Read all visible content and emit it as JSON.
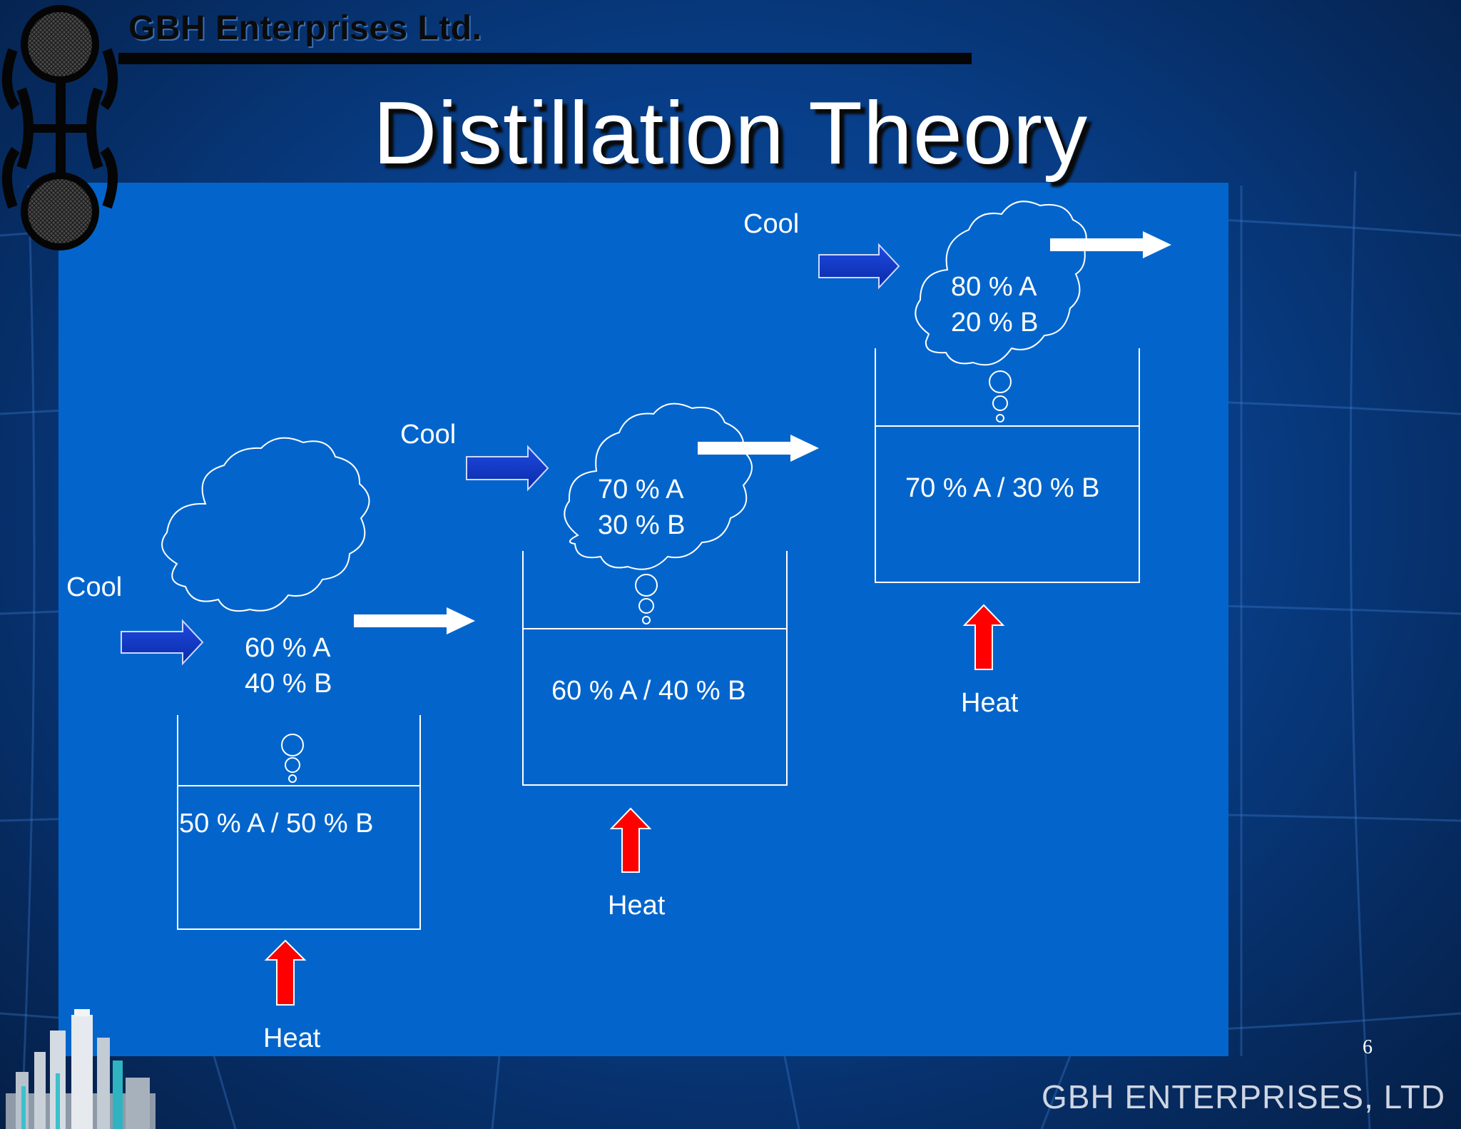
{
  "header": {
    "company": "GBH Enterprises Ltd.",
    "title": "Distillation Theory"
  },
  "stages": [
    {
      "cool": "Cool",
      "vapor": [
        "60 % A",
        "40 % B"
      ],
      "liquid": "50 % A / 50 % B",
      "heat": "Heat"
    },
    {
      "cool": "Cool",
      "vapor": [
        "70 % A",
        "30 % B"
      ],
      "liquid": "60 % A / 40 % B",
      "heat": "Heat"
    },
    {
      "cool": "Cool",
      "vapor": [
        "80 % A",
        "20 % B"
      ],
      "liquid": "70 % A / 30 % B",
      "heat": "Heat"
    }
  ],
  "footer": {
    "slide_number": "6",
    "company": "GBH ENTERPRISES, LTD"
  },
  "colors": {
    "panel": "#0365cc",
    "cool_arrow": "#0a34c8",
    "heat_arrow": "#ff0000",
    "vapor_arrow": "#ffffff"
  },
  "icons": [
    "company-logo-icon",
    "refinery-icon"
  ]
}
